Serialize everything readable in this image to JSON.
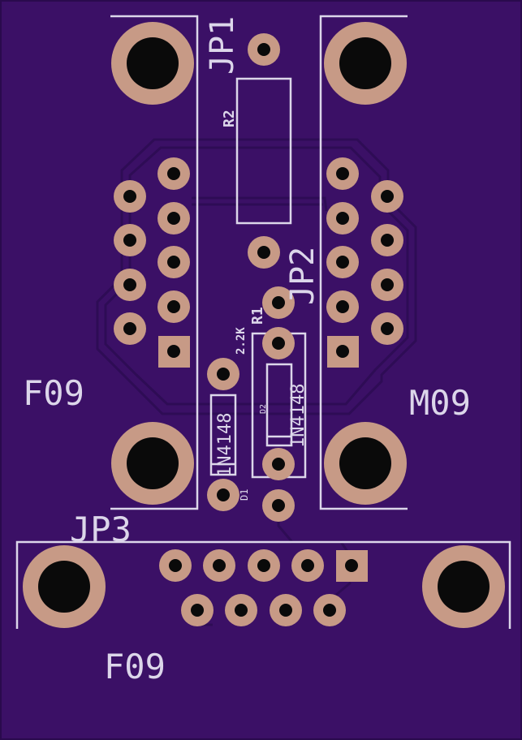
{
  "colors": {
    "board": "#3b1066",
    "board_edge": "#2a0a4d",
    "trace": "#2e0c55",
    "silkscreen": "#dcd6ea",
    "pad": "#c79a86",
    "drill": "#0a0a0a"
  },
  "labels": {
    "jp1": "JP1",
    "jp2": "JP2",
    "jp3": "JP3",
    "r1": "R1",
    "r2": "R2",
    "r1_value": "2.2K",
    "d1": "D1",
    "d2": "D2",
    "d1_part": "1N4148",
    "d2_part": "1N4148",
    "f09_left": "F09",
    "m09_right": "M09",
    "f09_bottom": "F09"
  }
}
